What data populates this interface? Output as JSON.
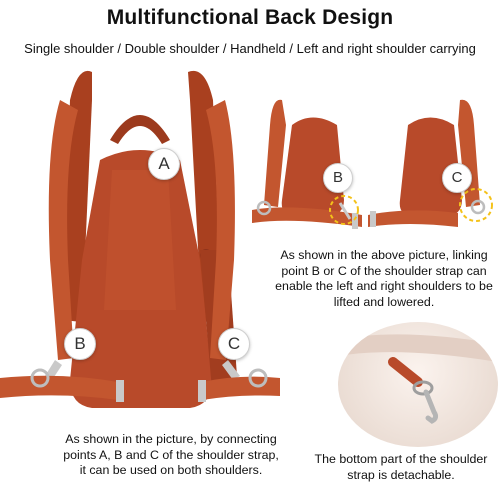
{
  "header": {
    "title": "Multifunctional Back Design",
    "subtitle": "Single shoulder / Double shoulder / Handheld / Left and right shoulder carrying"
  },
  "labels": {
    "a": "A",
    "b": "B",
    "c": "C"
  },
  "captions": {
    "top_right": "As shown in the above picture, linking point B or C of the shoulder strap can enable the left and right shoulders to be lifted and lowered.",
    "bottom_left": "As shown in the picture, by connecting points A, B and C of the shoulder strap, it can be used on both shoulders.",
    "bottom_right": "The bottom part of the shoulder strap is detachable."
  },
  "colors": {
    "bag": "#b84a2a",
    "bag_dark": "#8f341c",
    "strap": "#c3562f",
    "hardware": "#c9c9c9",
    "highlight": "#f4c21a"
  }
}
